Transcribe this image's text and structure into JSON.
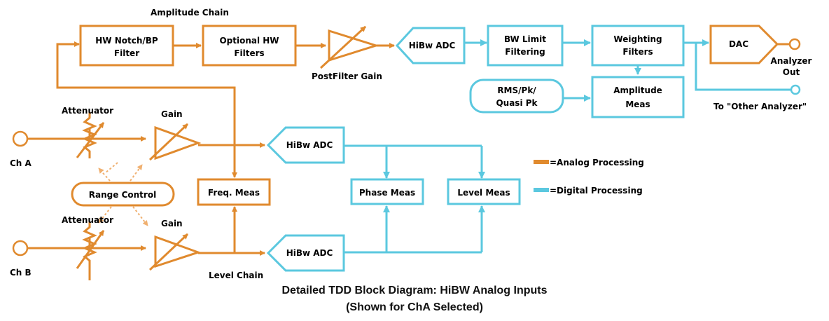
{
  "blocks": {
    "hw_notch_l1": "HW Notch/BP",
    "hw_notch_l2": "Filter",
    "opt_hw_l1": "Optional HW",
    "opt_hw_l2": "Filters",
    "hibw_adc_top": "HiBw ADC",
    "bw_limit_l1": "BW Limit",
    "bw_limit_l2": "Filtering",
    "weighting_l1": "Weighting",
    "weighting_l2": "Filters",
    "dac": "DAC",
    "rms_l1": "RMS/Pk/",
    "rms_l2": "Quasi Pk",
    "amp_meas_l1": "Amplitude",
    "amp_meas_l2": "Meas",
    "hibw_adc_a": "HiBw ADC",
    "hibw_adc_b": "HiBw ADC",
    "freq_meas": "Freq. Meas",
    "phase_meas": "Phase Meas",
    "level_meas": "Level Meas",
    "range_control": "Range Control"
  },
  "labels": {
    "amplitude_chain": "Amplitude Chain",
    "postfilter_gain": "PostFilter Gain",
    "analyzer_out_l1": "Analyzer",
    "analyzer_out_l2": "Out",
    "to_other": "To \"Other Analyzer\"",
    "attenuator_a": "Attenuator",
    "gain_a": "Gain",
    "ch_a": "Ch A",
    "attenuator_b": "Attenuator",
    "gain_b": "Gain",
    "ch_b": "Ch B",
    "level_chain": "Level Chain"
  },
  "legend": {
    "analog": "=Analog Processing",
    "digital": "=Digital Processing",
    "analog_color": "#e08a2e",
    "digital_color": "#5bc8df"
  },
  "caption": {
    "line1": "Detailed TDD Block Diagram: HiBW Analog Inputs",
    "line2": "(Shown for ChA Selected)"
  }
}
